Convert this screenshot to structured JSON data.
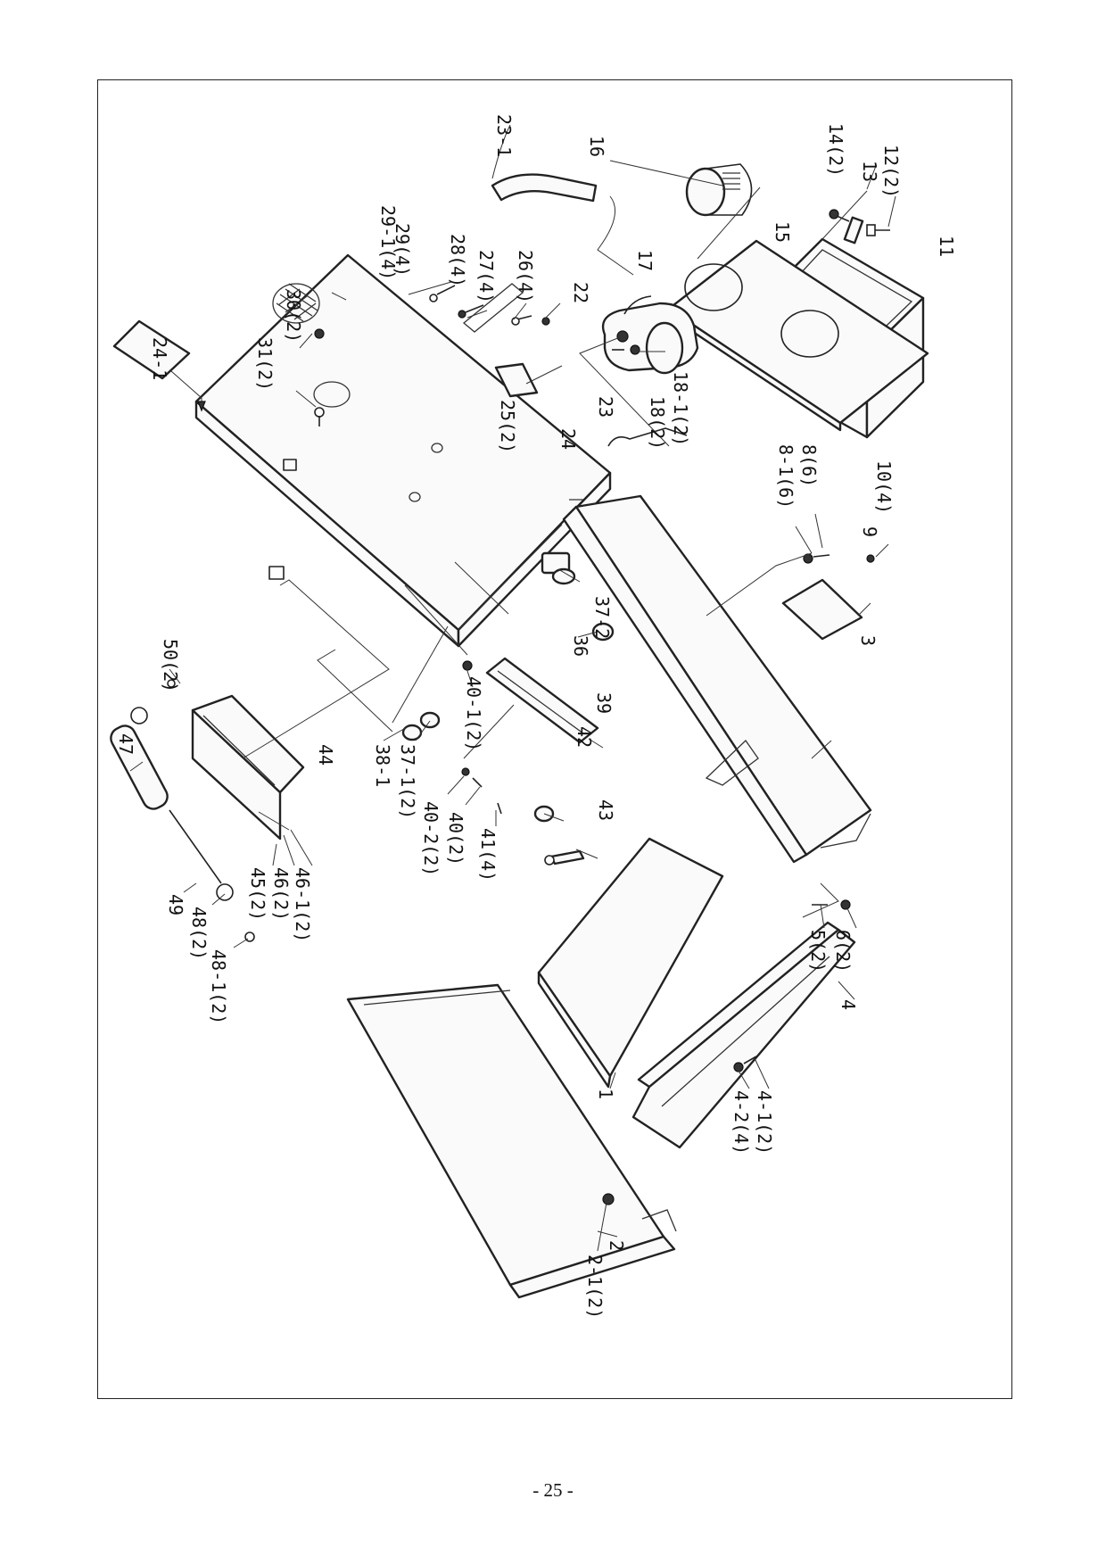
{
  "diagram": {
    "labels": [
      {
        "text": "23-1"
      },
      {
        "text": "16"
      },
      {
        "text": "14(2)"
      },
      {
        "text": "13"
      },
      {
        "text": "12(2)"
      },
      {
        "text": "29-1(4)"
      },
      {
        "text": "29(4)"
      },
      {
        "text": "28(4)"
      },
      {
        "text": "27(4)"
      },
      {
        "text": "26(4)"
      },
      {
        "text": "30(2)"
      },
      {
        "text": "31(2)"
      },
      {
        "text": "24-1"
      },
      {
        "text": "22"
      },
      {
        "text": "17"
      },
      {
        "text": "15"
      },
      {
        "text": "11"
      },
      {
        "text": "25(2)"
      },
      {
        "text": "24"
      },
      {
        "text": "23"
      },
      {
        "text": "18(2)"
      },
      {
        "text": "18-1(2)"
      },
      {
        "text": "8-1(6)"
      },
      {
        "text": "8(6)"
      },
      {
        "text": "10(4)"
      },
      {
        "text": "9"
      },
      {
        "text": "37-2"
      },
      {
        "text": "36"
      },
      {
        "text": "3"
      },
      {
        "text": "50(2)"
      },
      {
        "text": "40-1(2)"
      },
      {
        "text": "39"
      },
      {
        "text": "42"
      },
      {
        "text": "43"
      },
      {
        "text": "47"
      },
      {
        "text": "44"
      },
      {
        "text": "38-1"
      },
      {
        "text": "37-1(2)"
      },
      {
        "text": "40-2(2)"
      },
      {
        "text": "40(2)"
      },
      {
        "text": "41(4)"
      },
      {
        "text": "45(2)"
      },
      {
        "text": "46(2)"
      },
      {
        "text": "46-1(2)"
      },
      {
        "text": "49"
      },
      {
        "text": "48(2)"
      },
      {
        "text": "48-1(2)"
      },
      {
        "text": "5(2)"
      },
      {
        "text": "6(2)"
      },
      {
        "text": "4"
      },
      {
        "text": "1"
      },
      {
        "text": "4-2(4)"
      },
      {
        "text": "4-1(2)"
      },
      {
        "text": "2"
      },
      {
        "text": "2-1(2)"
      }
    ]
  },
  "page": {
    "number": "- 25 -"
  }
}
